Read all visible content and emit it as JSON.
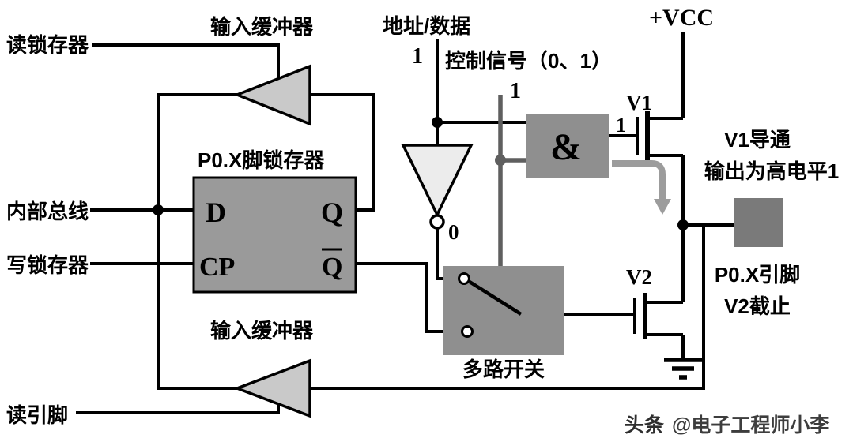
{
  "diagram": {
    "title": "P0.X port pin internal structure schematic",
    "labels": {
      "read_latch": "读锁存器",
      "input_buffer_top": "输入缓冲器",
      "input_buffer_bottom": "输入缓冲器",
      "address_data": "地址/数据",
      "address_data_level": "1",
      "control_signal": "控制信号（0、1）",
      "control_level": "1",
      "vcc": "+VCC",
      "v1_label": "V1",
      "v1_gate_level": "1",
      "annotation_v1_on": "V1导通",
      "annotation_output_high": "输出为高电平1",
      "latch_title": "P0.X脚锁存器",
      "internal_bus": "内部总线",
      "write_latch": "写锁存器",
      "pin_d": "D",
      "pin_q": "Q",
      "pin_cp": "CP",
      "pin_q_bar": "Q",
      "inverter_output_level": "0",
      "and_symbol": "&",
      "mux_label": "多路开关",
      "v2_label": "V2",
      "pin_label": "P0.X引脚",
      "annotation_v2_off": "V2截止",
      "read_pin": "读引脚",
      "watermark_brand": "头条",
      "watermark_handle": "@电子工程师小李"
    },
    "colors": {
      "background": "#ffffff",
      "wire": "#000000",
      "control_wire": "#5f5f5f",
      "block_fill": "#8f8f8f",
      "latch_fill": "#9a9a9a",
      "buffer_fill": "#c9c9c9",
      "inverter_fill": "#ececec",
      "pin_fill": "#7a7a7a",
      "flow_arrow": "#9c9c9c",
      "watermark": "#3d3d3d"
    }
  }
}
